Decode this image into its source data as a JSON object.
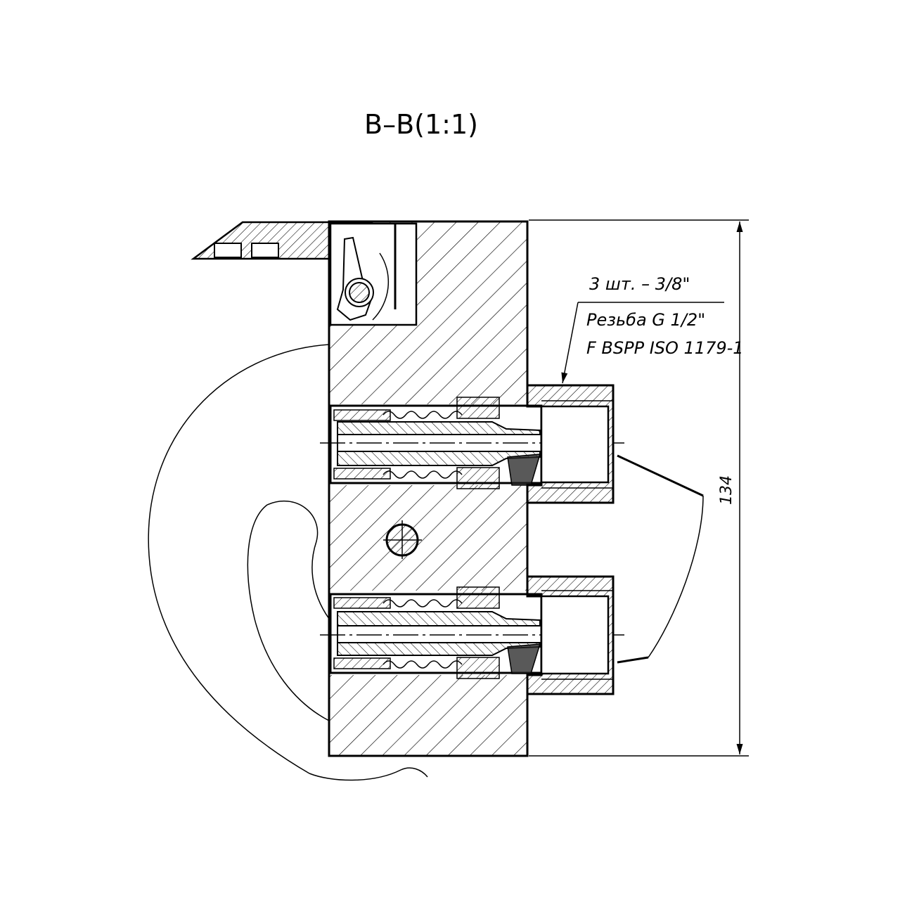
{
  "view": {
    "title": "B–B(1:1)"
  },
  "callout": {
    "quantity_note": "3 шт. – 3/8\"",
    "thread_line_1": "Резьба G 1/2\"",
    "thread_line_2": "F BSPP ISO 1179-1"
  },
  "dimensions": {
    "height_label": "134"
  },
  "style": {
    "line_color": "#000000",
    "background": "#ffffff"
  }
}
